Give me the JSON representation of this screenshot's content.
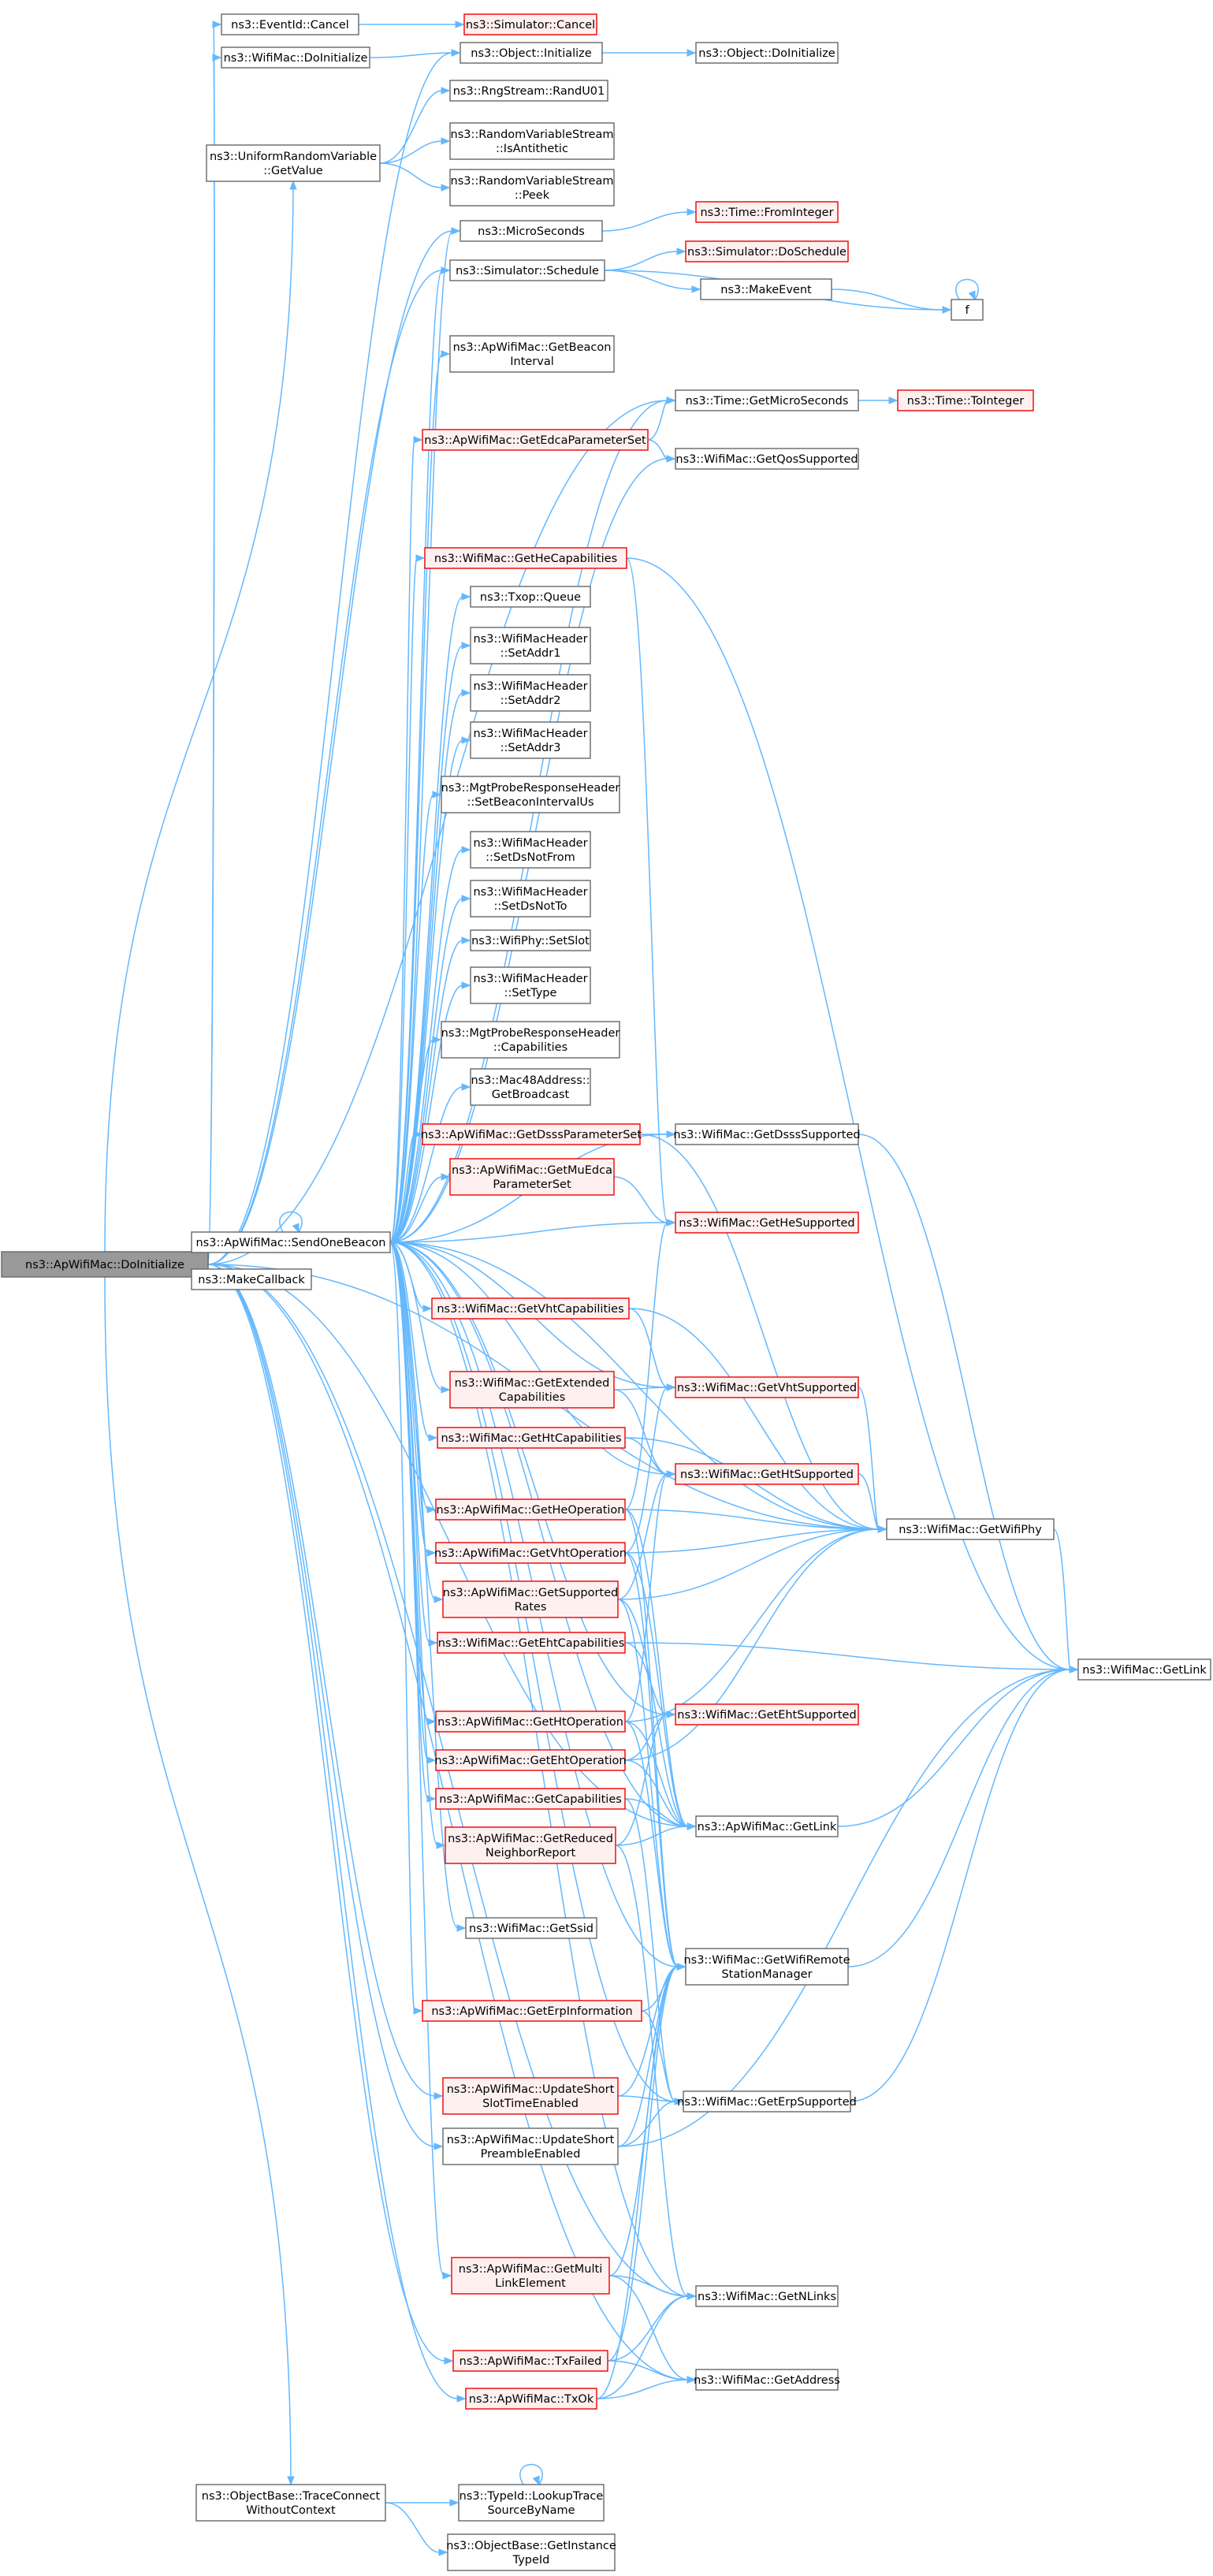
{
  "nodes": [
    {
      "id": "root",
      "label": [
        "ns3::ApWifiMac::DoInitialize"
      ],
      "style": "root"
    },
    {
      "id": "eventCancel",
      "label": [
        "ns3::EventId::Cancel"
      ],
      "style": "plain"
    },
    {
      "id": "simCancel",
      "label": [
        "ns3::Simulator::Cancel"
      ],
      "style": "red"
    },
    {
      "id": "wifiDoInit",
      "label": [
        "ns3::WifiMac::DoInitialize"
      ],
      "style": "plain"
    },
    {
      "id": "objInit",
      "label": [
        "ns3::Object::Initialize"
      ],
      "style": "plain"
    },
    {
      "id": "objDoInit",
      "label": [
        "ns3::Object::DoInitialize"
      ],
      "style": "plain"
    },
    {
      "id": "urvGetValue",
      "label": [
        "ns3::UniformRandomVariable",
        "::GetValue"
      ],
      "style": "plain"
    },
    {
      "id": "randU01",
      "label": [
        "ns3::RngStream::RandU01"
      ],
      "style": "plain"
    },
    {
      "id": "isAnti",
      "label": [
        "ns3::RandomVariableStream",
        "::IsAntithetic"
      ],
      "style": "plain"
    },
    {
      "id": "peek",
      "label": [
        "ns3::RandomVariableStream",
        "::Peek"
      ],
      "style": "plain"
    },
    {
      "id": "microSec",
      "label": [
        "ns3::MicroSeconds"
      ],
      "style": "plain"
    },
    {
      "id": "fromInt",
      "label": [
        "ns3::Time::FromInteger"
      ],
      "style": "red"
    },
    {
      "id": "simSchedule",
      "label": [
        "ns3::Simulator::Schedule"
      ],
      "style": "plain"
    },
    {
      "id": "doSchedule",
      "label": [
        "ns3::Simulator::DoSchedule"
      ],
      "style": "red"
    },
    {
      "id": "makeEvent",
      "label": [
        "ns3::MakeEvent"
      ],
      "style": "plain"
    },
    {
      "id": "f",
      "label": [
        "f"
      ],
      "style": "plain"
    },
    {
      "id": "getBeaconInt",
      "label": [
        "ns3::ApWifiMac::GetBeacon",
        "Interval"
      ],
      "style": "plain"
    },
    {
      "id": "getMicroSec",
      "label": [
        "ns3::Time::GetMicroSeconds"
      ],
      "style": "plain"
    },
    {
      "id": "toInteger",
      "label": [
        "ns3::Time::ToInteger"
      ],
      "style": "red"
    },
    {
      "id": "getEdca",
      "label": [
        "ns3::ApWifiMac::GetEdcaParameterSet"
      ],
      "style": "red"
    },
    {
      "id": "getQos",
      "label": [
        "ns3::WifiMac::GetQosSupported"
      ],
      "style": "plain"
    },
    {
      "id": "getHeCap",
      "label": [
        "ns3::WifiMac::GetHeCapabilities"
      ],
      "style": "red"
    },
    {
      "id": "txopQueue",
      "label": [
        "ns3::Txop::Queue"
      ],
      "style": "plain"
    },
    {
      "id": "setAddr1",
      "label": [
        "ns3::WifiMacHeader",
        "::SetAddr1"
      ],
      "style": "plain"
    },
    {
      "id": "setAddr2",
      "label": [
        "ns3::WifiMacHeader",
        "::SetAddr2"
      ],
      "style": "plain"
    },
    {
      "id": "setAddr3",
      "label": [
        "ns3::WifiMacHeader",
        "::SetAddr3"
      ],
      "style": "plain"
    },
    {
      "id": "setBeaconIntUs",
      "label": [
        "ns3::MgtProbeResponseHeader",
        "::SetBeaconIntervalUs"
      ],
      "style": "plain"
    },
    {
      "id": "setDsNotFrom",
      "label": [
        "ns3::WifiMacHeader",
        "::SetDsNotFrom"
      ],
      "style": "plain"
    },
    {
      "id": "setDsNotTo",
      "label": [
        "ns3::WifiMacHeader",
        "::SetDsNotTo"
      ],
      "style": "plain"
    },
    {
      "id": "setSlot",
      "label": [
        "ns3::WifiPhy::SetSlot"
      ],
      "style": "plain"
    },
    {
      "id": "setType",
      "label": [
        "ns3::WifiMacHeader",
        "::SetType"
      ],
      "style": "plain"
    },
    {
      "id": "mgtCap",
      "label": [
        "ns3::MgtProbeResponseHeader",
        "::Capabilities"
      ],
      "style": "plain"
    },
    {
      "id": "getBroadcast",
      "label": [
        "ns3::Mac48Address::",
        "GetBroadcast"
      ],
      "style": "plain"
    },
    {
      "id": "getDsssParam",
      "label": [
        "ns3::ApWifiMac::GetDsssParameterSet"
      ],
      "style": "red"
    },
    {
      "id": "getDsssSup",
      "label": [
        "ns3::WifiMac::GetDsssSupported"
      ],
      "style": "plain"
    },
    {
      "id": "getMuEdca",
      "label": [
        "ns3::ApWifiMac::GetMuEdca",
        "ParameterSet"
      ],
      "style": "red"
    },
    {
      "id": "getHeSup",
      "label": [
        "ns3::WifiMac::GetHeSupported"
      ],
      "style": "red"
    },
    {
      "id": "sendBeacon",
      "label": [
        "ns3::ApWifiMac::SendOneBeacon"
      ],
      "style": "plain"
    },
    {
      "id": "makeCallback",
      "label": [
        "ns3::MakeCallback"
      ],
      "style": "plain"
    },
    {
      "id": "getVhtCap",
      "label": [
        "ns3::WifiMac::GetVhtCapabilities"
      ],
      "style": "red"
    },
    {
      "id": "getExtCap",
      "label": [
        "ns3::WifiMac::GetExtended",
        "Capabilities"
      ],
      "style": "red"
    },
    {
      "id": "getVhtSup",
      "label": [
        "ns3::WifiMac::GetVhtSupported"
      ],
      "style": "red"
    },
    {
      "id": "getHtCap",
      "label": [
        "ns3::WifiMac::GetHtCapabilities"
      ],
      "style": "red"
    },
    {
      "id": "getHtSup",
      "label": [
        "ns3::WifiMac::GetHtSupported"
      ],
      "style": "red"
    },
    {
      "id": "getHeOp",
      "label": [
        "ns3::ApWifiMac::GetHeOperation"
      ],
      "style": "red"
    },
    {
      "id": "getWifiPhy",
      "label": [
        "ns3::WifiMac::GetWifiPhy"
      ],
      "style": "plain"
    },
    {
      "id": "getVhtOp",
      "label": [
        "ns3::ApWifiMac::GetVhtOperation"
      ],
      "style": "red"
    },
    {
      "id": "getSupRates",
      "label": [
        "ns3::ApWifiMac::GetSupported",
        "Rates"
      ],
      "style": "red"
    },
    {
      "id": "getEhtCap",
      "label": [
        "ns3::WifiMac::GetEhtCapabilities"
      ],
      "style": "red"
    },
    {
      "id": "wifiGetLink",
      "label": [
        "ns3::WifiMac::GetLink"
      ],
      "style": "plain"
    },
    {
      "id": "getHtOp",
      "label": [
        "ns3::ApWifiMac::GetHtOperation"
      ],
      "style": "red"
    },
    {
      "id": "getEhtSup",
      "label": [
        "ns3::WifiMac::GetEhtSupported"
      ],
      "style": "red"
    },
    {
      "id": "getEhtOp",
      "label": [
        "ns3::ApWifiMac::GetEhtOperation"
      ],
      "style": "red"
    },
    {
      "id": "getCapabilities",
      "label": [
        "ns3::ApWifiMac::GetCapabilities"
      ],
      "style": "red"
    },
    {
      "id": "apGetLink",
      "label": [
        "ns3::ApWifiMac::GetLink"
      ],
      "style": "plain"
    },
    {
      "id": "getRnr",
      "label": [
        "ns3::ApWifiMac::GetReduced",
        "NeighborReport"
      ],
      "style": "red"
    },
    {
      "id": "getSsid",
      "label": [
        "ns3::WifiMac::GetSsid"
      ],
      "style": "plain"
    },
    {
      "id": "getRsm",
      "label": [
        "ns3::WifiMac::GetWifiRemote",
        "StationManager"
      ],
      "style": "plain"
    },
    {
      "id": "getErpInfo",
      "label": [
        "ns3::ApWifiMac::GetErpInformation"
      ],
      "style": "red"
    },
    {
      "id": "updShortSlot",
      "label": [
        "ns3::ApWifiMac::UpdateShort",
        "SlotTimeEnabled"
      ],
      "style": "red"
    },
    {
      "id": "getErpSup",
      "label": [
        "ns3::WifiMac::GetErpSupported"
      ],
      "style": "plain"
    },
    {
      "id": "updShortPre",
      "label": [
        "ns3::ApWifiMac::UpdateShort",
        "PreambleEnabled"
      ],
      "style": "plain"
    },
    {
      "id": "getMultiLink",
      "label": [
        "ns3::ApWifiMac::GetMulti",
        "LinkElement"
      ],
      "style": "red"
    },
    {
      "id": "getNLinks",
      "label": [
        "ns3::WifiMac::GetNLinks"
      ],
      "style": "plain"
    },
    {
      "id": "txFailed",
      "label": [
        "ns3::ApWifiMac::TxFailed"
      ],
      "style": "red"
    },
    {
      "id": "getAddress",
      "label": [
        "ns3::WifiMac::GetAddress"
      ],
      "style": "plain"
    },
    {
      "id": "txOk",
      "label": [
        "ns3::ApWifiMac::TxOk"
      ],
      "style": "red"
    },
    {
      "id": "traceConnect",
      "label": [
        "ns3::ObjectBase::TraceConnect",
        "WithoutContext"
      ],
      "style": "plain"
    },
    {
      "id": "lookupTrace",
      "label": [
        "ns3::TypeId::LookupTrace",
        "SourceByName"
      ],
      "style": "plain"
    },
    {
      "id": "getInstanceTypeId",
      "label": [
        "ns3::ObjectBase::GetInstance",
        "TypeId"
      ],
      "style": "plain"
    }
  ],
  "edges": [
    [
      "root",
      "eventCancel"
    ],
    [
      "root",
      "wifiDoInit"
    ],
    [
      "root",
      "objInit"
    ],
    [
      "root",
      "urvGetValue"
    ],
    [
      "root",
      "microSec"
    ],
    [
      "root",
      "simSchedule"
    ],
    [
      "root",
      "getMicroSec"
    ],
    [
      "root",
      "sendBeacon"
    ],
    [
      "root",
      "makeCallback"
    ],
    [
      "root",
      "updShortSlot"
    ],
    [
      "root",
      "updShortPre"
    ],
    [
      "root",
      "getNLinks"
    ],
    [
      "root",
      "txFailed"
    ],
    [
      "root",
      "txOk"
    ],
    [
      "root",
      "getAddress"
    ],
    [
      "root",
      "traceConnect"
    ],
    [
      "root",
      "getWifiPhy"
    ],
    [
      "root",
      "apGetLink"
    ],
    [
      "eventCancel",
      "simCancel"
    ],
    [
      "wifiDoInit",
      "objInit"
    ],
    [
      "objInit",
      "objDoInit"
    ],
    [
      "urvGetValue",
      "randU01"
    ],
    [
      "urvGetValue",
      "isAnti"
    ],
    [
      "urvGetValue",
      "peek"
    ],
    [
      "microSec",
      "fromInt"
    ],
    [
      "simSchedule",
      "doSchedule"
    ],
    [
      "simSchedule",
      "makeEvent"
    ],
    [
      "simSchedule",
      "f"
    ],
    [
      "makeEvent",
      "f"
    ],
    [
      "f",
      "f"
    ],
    [
      "getMicroSec",
      "toInteger"
    ],
    [
      "getEdca",
      "getMicroSec"
    ],
    [
      "getEdca",
      "getQos"
    ],
    [
      "getHeCap",
      "getHeSup"
    ],
    [
      "getHeCap",
      "wifiGetLink"
    ],
    [
      "getDsssParam",
      "getDsssSup"
    ],
    [
      "getDsssParam",
      "getWifiPhy"
    ],
    [
      "getDsssSup",
      "wifiGetLink"
    ],
    [
      "getMuEdca",
      "getHeSup"
    ],
    [
      "sendBeacon",
      "sendBeacon"
    ],
    [
      "sendBeacon",
      "getBeaconInt"
    ],
    [
      "sendBeacon",
      "getMicroSec"
    ],
    [
      "sendBeacon",
      "getEdca"
    ],
    [
      "sendBeacon",
      "getQos"
    ],
    [
      "sendBeacon",
      "getHeCap"
    ],
    [
      "sendBeacon",
      "txopQueue"
    ],
    [
      "sendBeacon",
      "setAddr1"
    ],
    [
      "sendBeacon",
      "setAddr2"
    ],
    [
      "sendBeacon",
      "setAddr3"
    ],
    [
      "sendBeacon",
      "setBeaconIntUs"
    ],
    [
      "sendBeacon",
      "setDsNotFrom"
    ],
    [
      "sendBeacon",
      "setDsNotTo"
    ],
    [
      "sendBeacon",
      "setSlot"
    ],
    [
      "sendBeacon",
      "setType"
    ],
    [
      "sendBeacon",
      "mgtCap"
    ],
    [
      "sendBeacon",
      "getBroadcast"
    ],
    [
      "sendBeacon",
      "getDsssParam"
    ],
    [
      "sendBeacon",
      "getDsssSup"
    ],
    [
      "sendBeacon",
      "getMuEdca"
    ],
    [
      "sendBeacon",
      "getHeSup"
    ],
    [
      "sendBeacon",
      "getWifiPhy"
    ],
    [
      "sendBeacon",
      "getVhtCap"
    ],
    [
      "sendBeacon",
      "getExtCap"
    ],
    [
      "sendBeacon",
      "getVhtSup"
    ],
    [
      "sendBeacon",
      "getHtCap"
    ],
    [
      "sendBeacon",
      "getHtSup"
    ],
    [
      "sendBeacon",
      "getHeOp"
    ],
    [
      "sendBeacon",
      "getVhtOp"
    ],
    [
      "sendBeacon",
      "getSupRates"
    ],
    [
      "sendBeacon",
      "getEhtCap"
    ],
    [
      "sendBeacon",
      "getHtOp"
    ],
    [
      "sendBeacon",
      "getEhtSup"
    ],
    [
      "sendBeacon",
      "getEhtOp"
    ],
    [
      "sendBeacon",
      "getCapabilities"
    ],
    [
      "sendBeacon",
      "apGetLink"
    ],
    [
      "sendBeacon",
      "getRnr"
    ],
    [
      "sendBeacon",
      "getSsid"
    ],
    [
      "sendBeacon",
      "getRsm"
    ],
    [
      "sendBeacon",
      "getErpInfo"
    ],
    [
      "sendBeacon",
      "getErpSup"
    ],
    [
      "sendBeacon",
      "getMultiLink"
    ],
    [
      "sendBeacon",
      "getNLinks"
    ],
    [
      "sendBeacon",
      "microSec"
    ],
    [
      "sendBeacon",
      "simSchedule"
    ],
    [
      "getVhtCap",
      "getVhtSup"
    ],
    [
      "getVhtCap",
      "getWifiPhy"
    ],
    [
      "getExtCap",
      "getVhtSup"
    ],
    [
      "getExtCap",
      "getHtSup"
    ],
    [
      "getHtCap",
      "getHtSup"
    ],
    [
      "getHtCap",
      "getWifiPhy"
    ],
    [
      "getVhtSup",
      "getWifiPhy"
    ],
    [
      "getHtSup",
      "getWifiPhy"
    ],
    [
      "getHeOp",
      "getHeSup"
    ],
    [
      "getHeOp",
      "getWifiPhy"
    ],
    [
      "getHeOp",
      "apGetLink"
    ],
    [
      "getHeOp",
      "getRsm"
    ],
    [
      "getVhtOp",
      "getVhtSup"
    ],
    [
      "getVhtOp",
      "getWifiPhy"
    ],
    [
      "getVhtOp",
      "apGetLink"
    ],
    [
      "getVhtOp",
      "getRsm"
    ],
    [
      "getSupRates",
      "getHtSup"
    ],
    [
      "getSupRates",
      "getWifiPhy"
    ],
    [
      "getSupRates",
      "apGetLink"
    ],
    [
      "getSupRates",
      "getRsm"
    ],
    [
      "getEhtCap",
      "getEhtSup"
    ],
    [
      "getEhtCap",
      "wifiGetLink"
    ],
    [
      "getWifiPhy",
      "wifiGetLink"
    ],
    [
      "getHtOp",
      "getHtSup"
    ],
    [
      "getHtOp",
      "getWifiPhy"
    ],
    [
      "getHtOp",
      "apGetLink"
    ],
    [
      "getHtOp",
      "getRsm"
    ],
    [
      "getEhtOp",
      "getEhtSup"
    ],
    [
      "getEhtOp",
      "getWifiPhy"
    ],
    [
      "getEhtOp",
      "apGetLink"
    ],
    [
      "getCapabilities",
      "apGetLink"
    ],
    [
      "getCapabilities",
      "getErpSup"
    ],
    [
      "getRnr",
      "apGetLink"
    ],
    [
      "getRnr",
      "getEhtSup"
    ],
    [
      "getRnr",
      "getNLinks"
    ],
    [
      "apGetLink",
      "wifiGetLink"
    ],
    [
      "getRsm",
      "wifiGetLink"
    ],
    [
      "getErpInfo",
      "getErpSup"
    ],
    [
      "getErpInfo",
      "getRsm"
    ],
    [
      "getErpSup",
      "wifiGetLink"
    ],
    [
      "updShortSlot",
      "getErpSup"
    ],
    [
      "updShortSlot",
      "getRsm"
    ],
    [
      "updShortPre",
      "getErpSup"
    ],
    [
      "updShortPre",
      "getRsm"
    ],
    [
      "updShortPre",
      "wifiGetLink"
    ],
    [
      "getMultiLink",
      "getNLinks"
    ],
    [
      "getMultiLink",
      "getAddress"
    ],
    [
      "getMultiLink",
      "getRsm"
    ],
    [
      "txFailed",
      "getNLinks"
    ],
    [
      "txFailed",
      "getAddress"
    ],
    [
      "txFailed",
      "getRsm"
    ],
    [
      "txOk",
      "getNLinks"
    ],
    [
      "txOk",
      "getAddress"
    ],
    [
      "txOk",
      "getRsm"
    ],
    [
      "traceConnect",
      "lookupTrace"
    ],
    [
      "traceConnect",
      "getInstanceTypeId"
    ],
    [
      "lookupTrace",
      "lookupTrace"
    ]
  ]
}
